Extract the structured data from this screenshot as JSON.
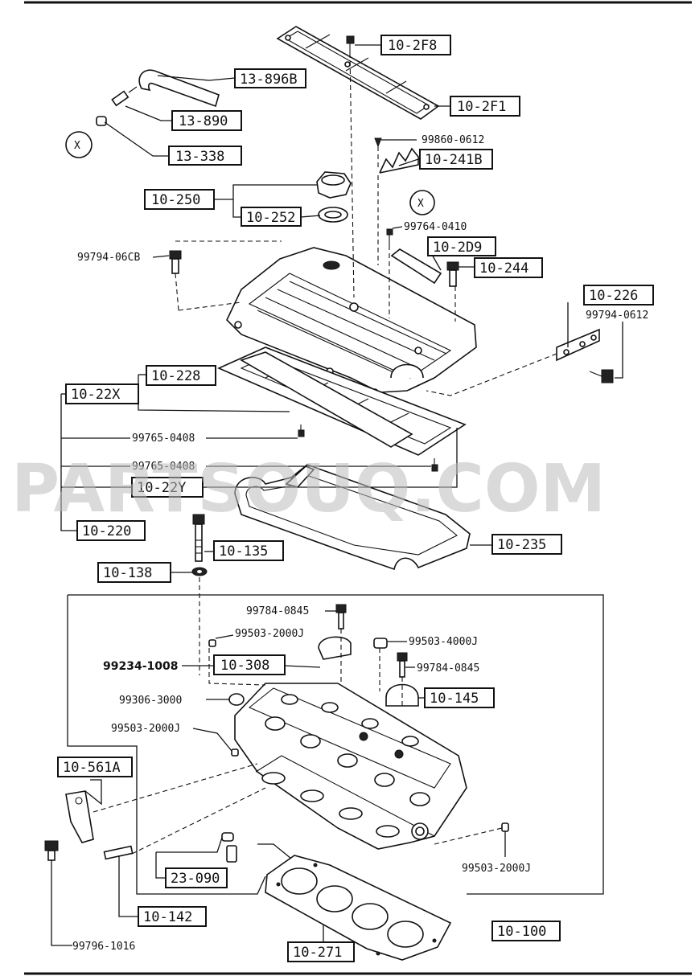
{
  "watermark": "PARTSOUQ.COM",
  "callout_marker": "X",
  "labels": {
    "l_10_2F8": "10-2F8",
    "l_13_896B": "13-896B",
    "l_10_2F1": "10-2F1",
    "l_13_890": "13-890",
    "l_13_338": "13-338",
    "l_99860_0612": "99860-0612",
    "l_10_241B": "10-241B",
    "l_10_250": "10-250",
    "l_10_252": "10-252",
    "l_99764_0410": "99764-0410",
    "l_10_2D9": "10-2D9",
    "l_99794_06CB": "99794-06CB",
    "l_10_244": "10-244",
    "l_10_226": "10-226",
    "l_99794_0612": "99794-0612",
    "l_10_228": "10-228",
    "l_10_22X": "10-22X",
    "l_99765_0408_a": "99765-0408",
    "l_99765_0408_b": "99765-0408",
    "l_10_22Y": "10-22Y",
    "l_10_220": "10-220",
    "l_10_135": "10-135",
    "l_10_235": "10-235",
    "l_10_138": "10-138",
    "l_99784_0845_a": "99784-0845",
    "l_99503_2000J_a": "99503-2000J",
    "l_99503_4000J": "99503-4000J",
    "l_99234_1008": "99234-1008",
    "l_10_308": "10-308",
    "l_99784_0845_b": "99784-0845",
    "l_99306_3000": "99306-3000",
    "l_10_145": "10-145",
    "l_99503_2000J_b": "99503-2000J",
    "l_10_561A": "10-561A",
    "l_23_090": "23-090",
    "l_99503_2000J_c": "99503-2000J",
    "l_10_142": "10-142",
    "l_10_100": "10-100",
    "l_99796_1016": "99796-1016",
    "l_10_271": "10-271"
  }
}
